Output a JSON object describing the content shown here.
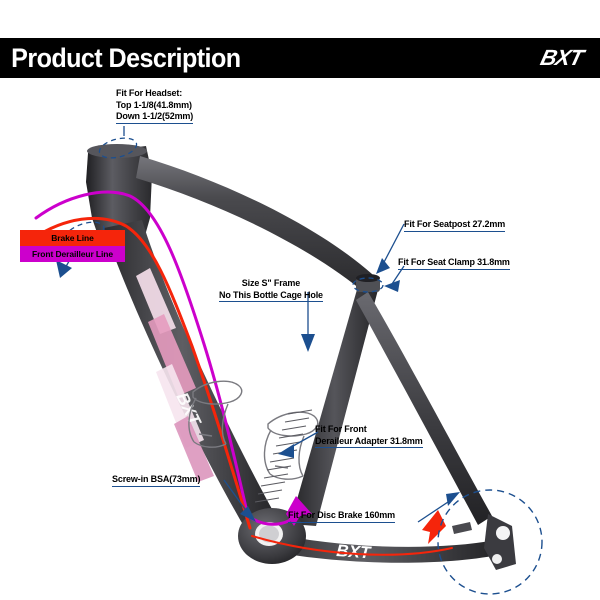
{
  "header": {
    "title": "Product Description",
    "brand_logo": "BXT"
  },
  "legend": {
    "items": [
      {
        "label": "Brake Line",
        "color": "#f5250b",
        "name": "brake-line"
      },
      {
        "label": "Front Derailleur Line",
        "color": "#cc00cc",
        "name": "front-derailleur-line"
      }
    ]
  },
  "callouts": {
    "headset": {
      "line1": "Fit For Headset:",
      "line2": "Top 1-1/8(41.8mm)",
      "line3": "Down 1-1/2(52mm)"
    },
    "seatpost": {
      "text": "Fit For Seatpost 27.2mm"
    },
    "seat_clamp": {
      "text": "Fit For Seat Clamp 31.8mm"
    },
    "bottle_cage": {
      "line1": "Size S\" Frame",
      "line2": "No This Bottle Cage Hole"
    },
    "front_derailleur": {
      "line1": "Fit For Front",
      "line2": "Deraileur Adapter 31.8mm"
    },
    "bottom_bracket": {
      "text": "Screw-in BSA(73mm)"
    },
    "disc_brake": {
      "text": "Fit For Disc  Brake 160mm"
    }
  },
  "frame": {
    "downtube_logo": "BXT",
    "chainstay_logo": "BXT",
    "colors": {
      "frame_dark": "#3a3a3c",
      "frame_mid": "#4e4e52",
      "frame_light": "#6d6d72",
      "accent_pink": "#e8a0c8",
      "accent_magenta": "#cc00cc",
      "accent_red": "#f5250b",
      "callout_blue": "#1c4f8f",
      "background": "#ffffff"
    }
  }
}
